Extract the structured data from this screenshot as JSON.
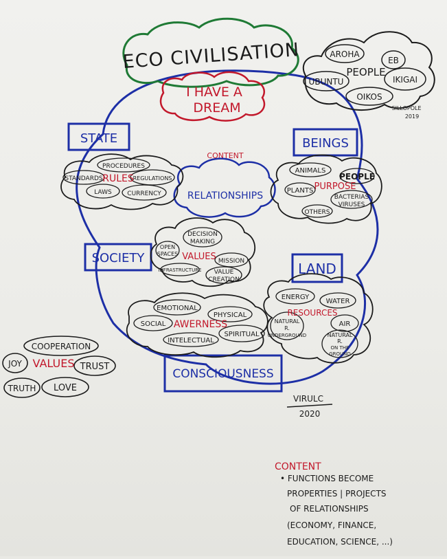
{
  "title": "ECO CIVILISATION",
  "dream": [
    "I HAVE A",
    "DREAM"
  ],
  "world_cloud": {
    "items": [
      "AROHA",
      "EB",
      "PEOPLE",
      "UBUNTU",
      "IKIGAI",
      "OIKOS"
    ],
    "credit": [
      "SILLOPOLE",
      "2019"
    ]
  },
  "nodes": {
    "state": "STATE",
    "beings": "BEINGS",
    "society": "SOCIETY",
    "land": "LAND",
    "consciousness": "CONSCIOUSNESS"
  },
  "center": {
    "tag": "CONTENT",
    "label": "RELATIONSHIPS"
  },
  "rules_cloud": {
    "key": "RULES",
    "items": [
      "PROCEDURES",
      "STANDARDS",
      "REGULATIONS",
      "LAWS",
      "CURRENCY"
    ]
  },
  "purpose_cloud": {
    "key": "PURPOSE",
    "items": [
      "ANIMALS",
      "PEOPLE",
      "PLANTS",
      "BACTERIAS",
      "VIRUSES",
      "OTHERS"
    ]
  },
  "values_cloud": {
    "key": "VALUES",
    "items": [
      "DECISION",
      "MAKING",
      "OPEN",
      "SPACES",
      "MISSION",
      "INFRASTRUCTURE",
      "VALUE",
      "CREATION"
    ]
  },
  "resources_cloud": {
    "key": "RESOURCES",
    "items": [
      "ENERGY",
      "WATER",
      "NATURAL",
      "R.",
      "UNDERGROUND",
      "AIR",
      "NATURAL",
      "R.",
      "ON THE",
      "GROUND"
    ]
  },
  "awareness_cloud": {
    "key": "AWERNESS",
    "items": [
      "EMOTIONAL",
      "PHYSICAL",
      "SOCIAL",
      "SPIRITUAL",
      "INTELECTUAL"
    ]
  },
  "left_values": {
    "key": "VALUES",
    "items": [
      "COOPERATION",
      "JOY",
      "TRUST",
      "TRUTH",
      "LOVE"
    ]
  },
  "signature": [
    "VIRULC",
    "2020"
  ],
  "note": {
    "title": "CONTENT",
    "lines": [
      "• FUNCTIONS BECOME",
      "PROPERTIES | PROJECTS",
      "OF RELATIONSHIPS",
      "(ECONOMY, FINANCE,",
      "EDUCATION, SCIENCE, ...)"
    ]
  },
  "colors": {
    "blue": "#1d2fa6",
    "red": "#c2182b",
    "green": "#1f7a35",
    "black": "#1b1b1b",
    "paper": "#efefeb"
  }
}
